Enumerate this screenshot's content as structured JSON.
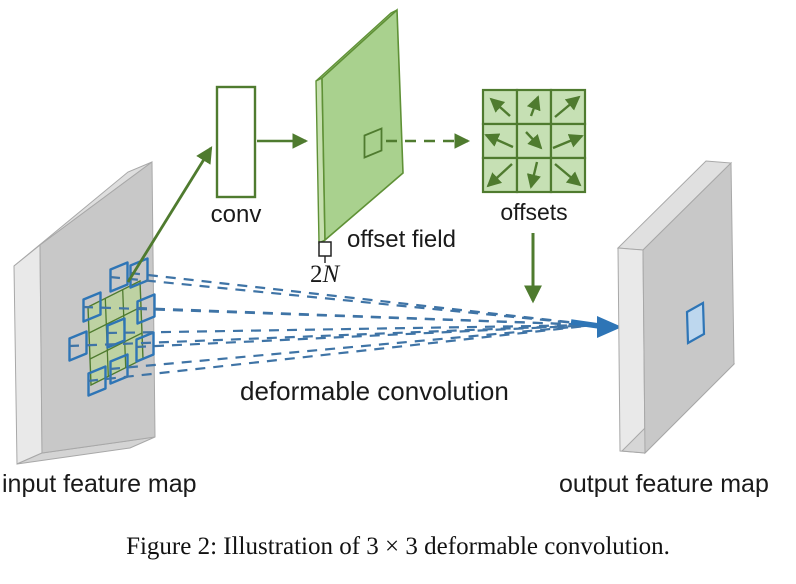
{
  "figure": {
    "type": "paper-figure-diagram",
    "caption": "Figure 2: Illustration of 3 × 3 deformable convolution.",
    "labels": {
      "conv": "conv",
      "offset_field": "offset field",
      "offset_channels": {
        "coefficient": "2",
        "variable": "N"
      },
      "offsets": "offsets",
      "deformable_convolution": "deformable convolution",
      "input_feature_map": "input feature map",
      "output_feature_map": "output feature map"
    },
    "offsets_grid": {
      "rows": 3,
      "cols": 3,
      "arrow_directions": [
        "up-left",
        "up",
        "up-right",
        "left-up",
        "down-right",
        "right-up",
        "down-left",
        "down",
        "down-right"
      ]
    },
    "sampling_points": 9,
    "colors": {
      "green_dark": "#4f7b2f",
      "green_slab_fill": "#a9d18e",
      "green_cell_fill": "#c6e0b4",
      "blue": "#2e75b6",
      "blue_square_fill": "#bdd7ee",
      "blue_label_text": "#3b7cba",
      "gray_slab_front": "#c8c8c8",
      "text": "#1a1a1a"
    }
  }
}
